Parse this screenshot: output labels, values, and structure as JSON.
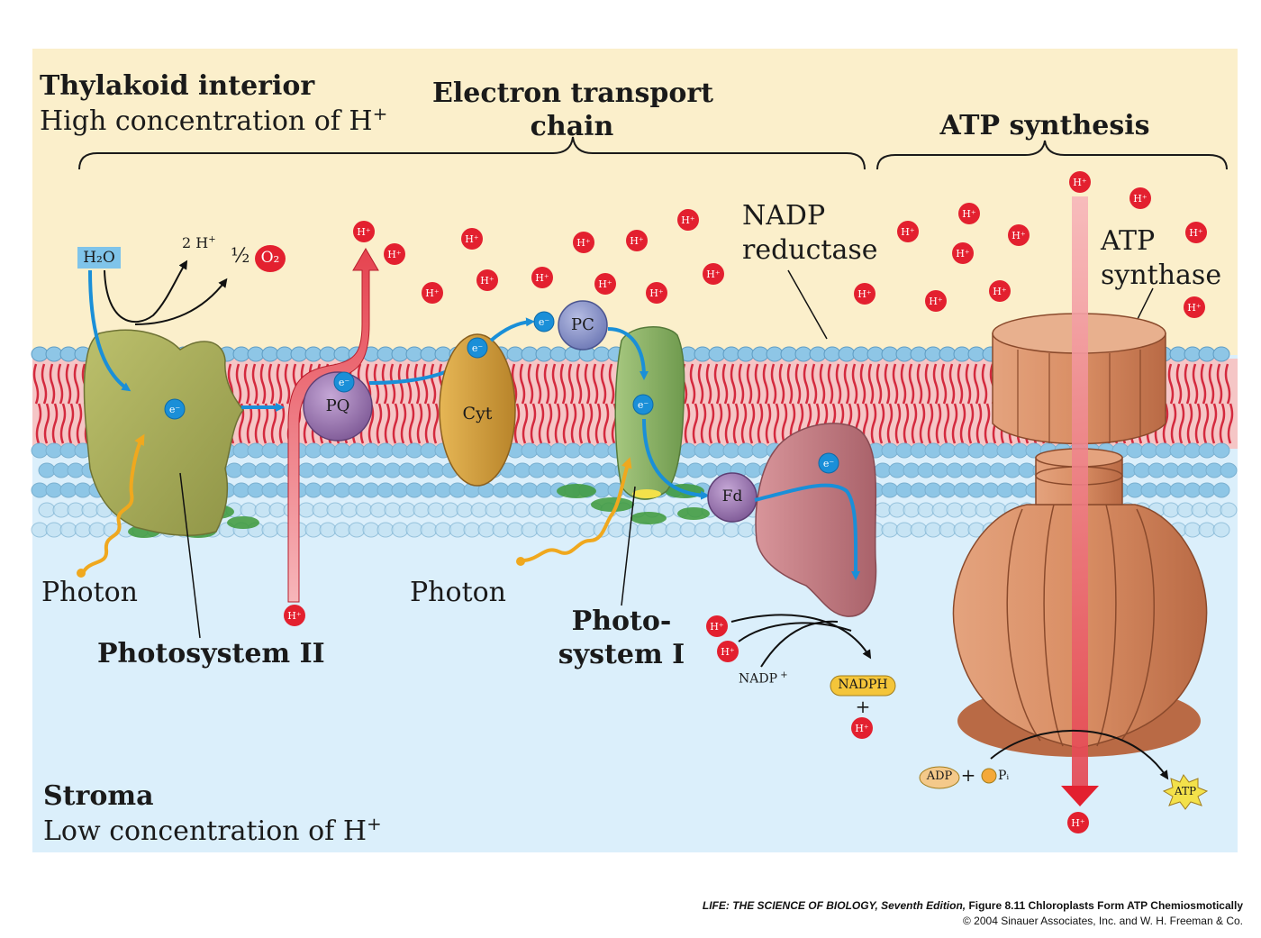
{
  "labels": {
    "thylakoid_title": "Thylakoid interior",
    "thylakoid_sub": "High concentration of H",
    "etc_line1": "Electron transport",
    "etc_line2": "chain",
    "atp_synthesis": "ATP synthesis",
    "nadp_reductase_1": "NADP",
    "nadp_reductase_2": "reductase",
    "atp_synthase_1": "ATP",
    "atp_synthase_2": "synthase",
    "photon_left": "Photon",
    "photon_mid": "Photon",
    "photosystem_ii": "Photosystem II",
    "photosystem_i_1": "Photo-",
    "photosystem_i_2": "system I",
    "stroma_title": "Stroma",
    "stroma_sub": "Low concentration of H",
    "plus_sign": "+"
  },
  "molecules": {
    "h2o": "H₂O",
    "two_h": "2 H",
    "half": "½",
    "o2": "O₂",
    "pq": "PQ",
    "cyt": "Cyt",
    "pc": "PC",
    "fd": "Fd",
    "nadp_plus": "NADP",
    "nadph": "NADPH",
    "adp": "ADP",
    "pi": "Pᵢ",
    "atp": "ATP",
    "electron": "e⁻",
    "proton": "H⁺"
  },
  "caption": {
    "line1_italic": "LIFE: THE SCIENCE OF BIOLOGY, Seventh Edition,",
    "line1_rest": " Figure 8.11 Chloroplasts Form ATP Chemiosmotically",
    "line2": "© 2004 Sinauer Associates, Inc. and W. H. Freeman & Co."
  },
  "colors": {
    "thylakoid_bg": "#fbefcb",
    "stroma_bg": "#dbeffb",
    "lipid_head": "#8ec6e6",
    "lipid_tail": "#d42a3e",
    "photosystem_ii": "#a9ae5c",
    "cytochrome": "#d9a43e",
    "photosystem_i": "#8fb46a",
    "nadp_reductase": "#c27b7f",
    "atp_synthase": "#d99069",
    "proton": "#e3202f",
    "electron": "#1a8fd8",
    "proton_channel": "#e5434f",
    "photon_arrow": "#f0a81e",
    "chlorophyll": "#3e9a3a"
  }
}
